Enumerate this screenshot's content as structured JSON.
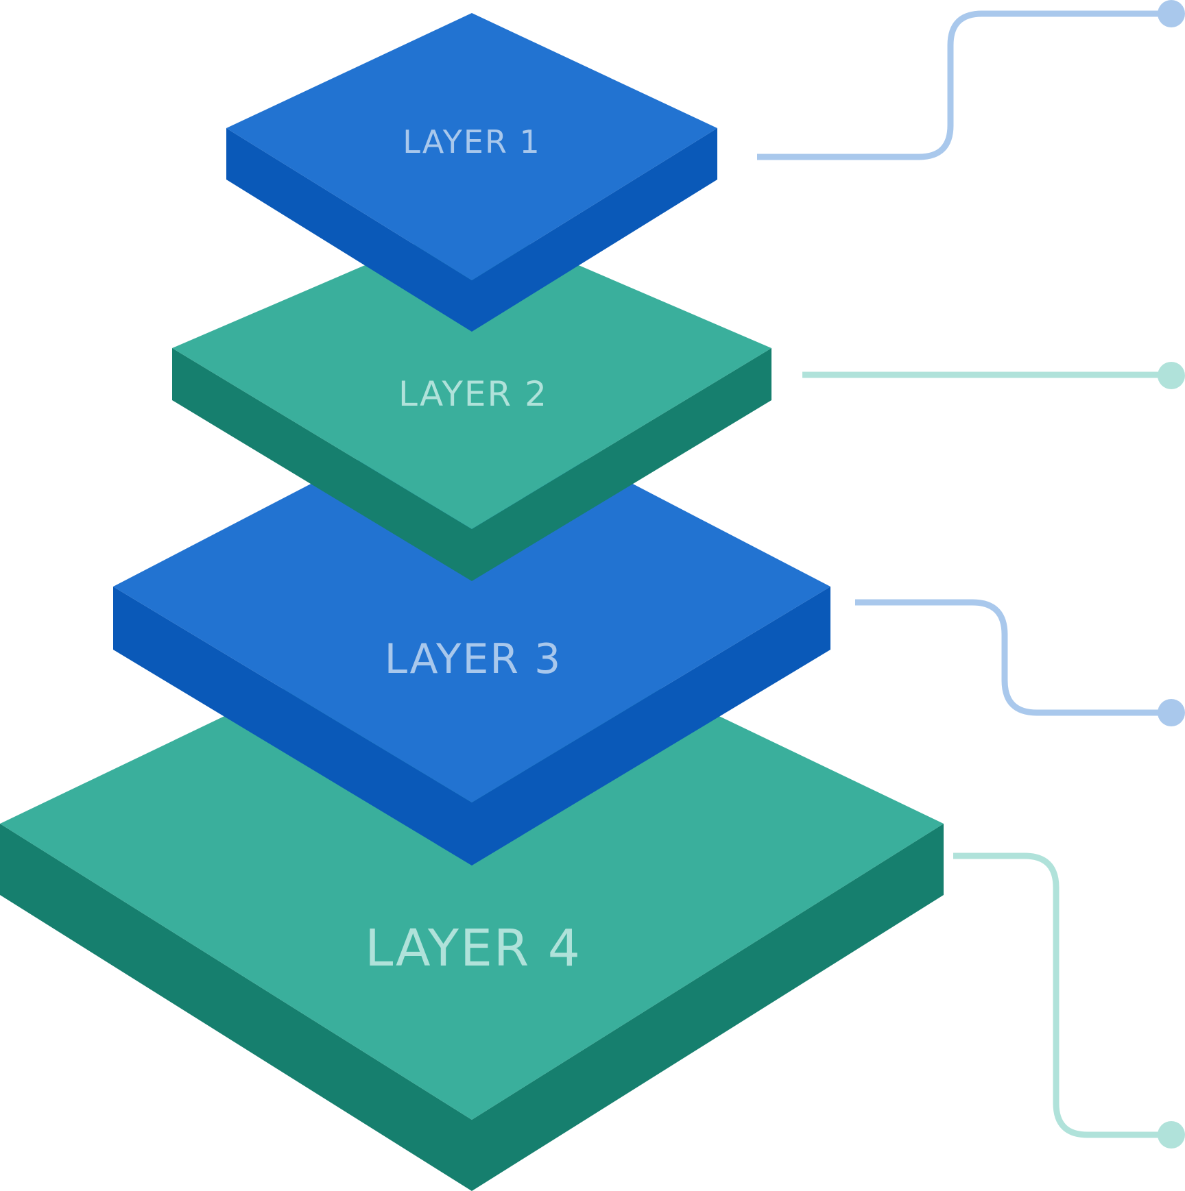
{
  "colors": {
    "blue_top": "#2273D1",
    "blue_side": "#0A59B8",
    "blue_label": "#A9C8EC",
    "blue_connector": "#A9C8EC",
    "green_top": "#3AAF9C",
    "green_side": "#167F6E",
    "green_label": "#B0E2DA",
    "green_connector": "#B0E2DA",
    "background": "#FFFFFF"
  },
  "layers": [
    {
      "label": "LAYER 1",
      "theme": "blue"
    },
    {
      "label": "LAYER 2",
      "theme": "green"
    },
    {
      "label": "LAYER 3",
      "theme": "blue"
    },
    {
      "label": "LAYER 4",
      "theme": "green"
    }
  ]
}
